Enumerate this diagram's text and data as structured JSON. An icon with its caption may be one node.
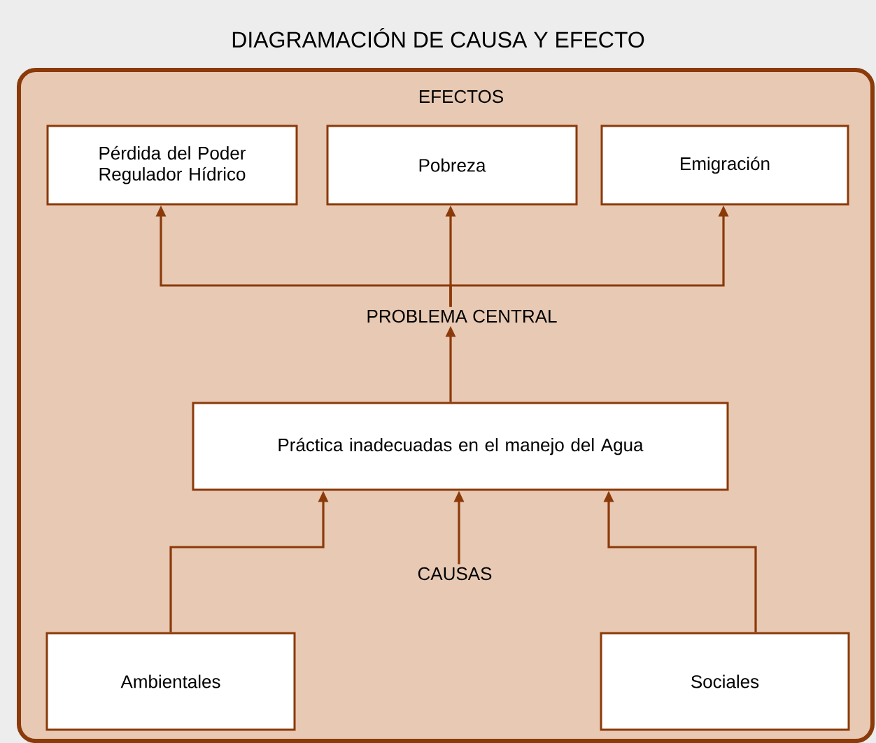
{
  "diagram": {
    "title": "DIAGRAMACIÓN DE CAUSA Y EFECTO",
    "nodes": [
      {
        "text": [
          "EFECTOS"
        ]
      },
      {
        "text": [
          "Pérdida del Poder Regulador Hídrico"
        ],
        "in": 0
      },
      {
        "text": [
          "Pobreza"
        ],
        "in": 0
      },
      {
        "text": [
          "Emigración"
        ],
        "in": 0
      },
      {
        "text": [
          "PROBLEMA CENTRAL"
        ],
        "in": 0
      },
      {
        "text": [
          "Práctica inadecuadas en el manejo del Agua"
        ],
        "in": 0
      },
      {
        "text": [
          "CAUSAS"
        ],
        "in": 0
      },
      {
        "text": [
          "Ambientales"
        ],
        "in": 0
      },
      {
        "text": [
          "Sociales"
        ],
        "in": 0
      }
    ],
    "edges": [
      {
        "from": 4,
        "to": 1,
        "arrow": "to"
      },
      {
        "from": 4,
        "to": 2,
        "arrow": "to"
      },
      {
        "from": 4,
        "to": 3,
        "arrow": "to"
      },
      {
        "from": 5,
        "to": 4,
        "arrow": "to"
      },
      {
        "from": 7,
        "to": 5,
        "arrow": "to"
      },
      {
        "from": 6,
        "to": 5,
        "arrow": "to"
      },
      {
        "from": 8,
        "to": 5,
        "arrow": "to"
      }
    ]
  }
}
